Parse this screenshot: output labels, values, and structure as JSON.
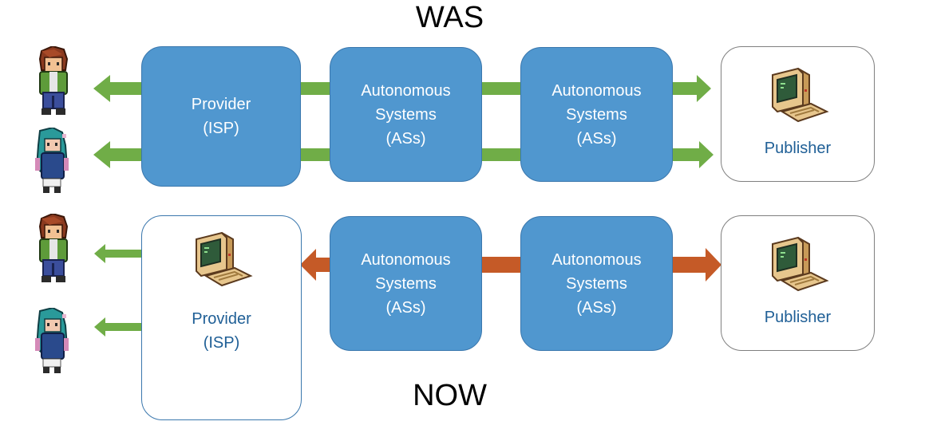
{
  "was": {
    "title": "WAS",
    "provider": {
      "line1": "Provider",
      "line2": "(ISP)"
    },
    "as1": {
      "line1": "Autonomous",
      "line2": "Systems",
      "line3": "(ASs)"
    },
    "as2": {
      "line1": "Autonomous",
      "line2": "Systems",
      "line3": "(ASs)"
    },
    "publisher": "Publisher"
  },
  "now": {
    "title": "NOW",
    "provider": {
      "line1": "Provider",
      "line2": "(ISP)"
    },
    "as1": {
      "line1": "Autonomous",
      "line2": "Systems",
      "line3": "(ASs)"
    },
    "as2": {
      "line1": "Autonomous",
      "line2": "Systems",
      "line3": "(ASs)"
    },
    "publisher": "Publisher"
  },
  "colors": {
    "box_fill": "#5097cf",
    "green_arrow": "#70ad47",
    "orange_arrow": "#c55a27"
  }
}
